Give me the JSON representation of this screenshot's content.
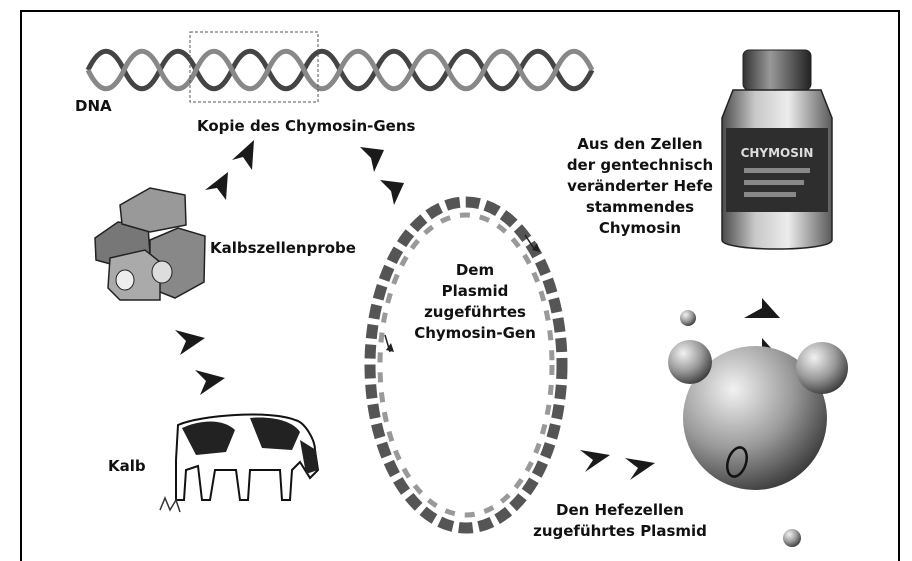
{
  "labels": {
    "dna": "DNA",
    "gene_copy": "Kopie des Chymosin-Gens",
    "cell_sample": "Kalbszellenprobe",
    "calf": "Kalb",
    "plasmid_gene_1": "Dem",
    "plasmid_gene_2": "Plasmid",
    "plasmid_gene_3": "zugeführtes",
    "plasmid_gene_4": "Chymosin-Gen",
    "yeast_plasmid_1": "Den Hefezellen",
    "yeast_plasmid_2": "zugeführtes Plasmid",
    "product_1": "Aus den Zellen",
    "product_2": "der gentechnisch",
    "product_3": "veränderter Hefe",
    "product_4": "stammendes",
    "product_5": "Chymosin"
  },
  "bottle_label": "CHYMOSIN"
}
